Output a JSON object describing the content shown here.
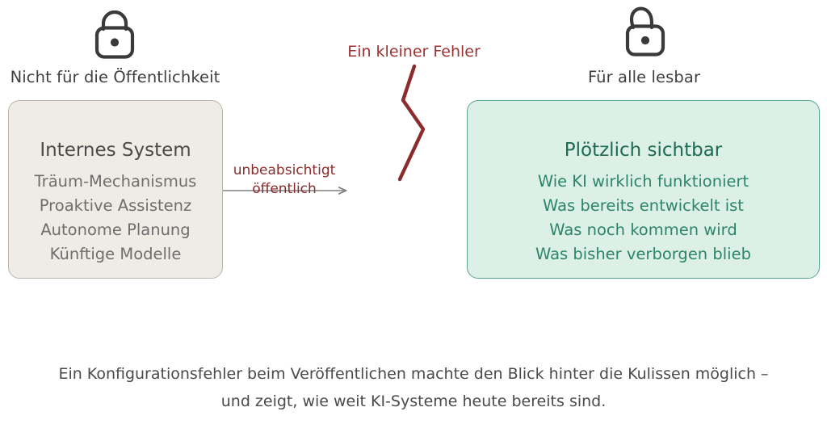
{
  "left": {
    "icon": "closed-padlock-icon",
    "caption": "Nicht für die Öffentlichkeit",
    "panel": {
      "title": "Internes System",
      "items": [
        "Träum-Mechanismus",
        "Proaktive Assistenz",
        "Autonome Planung",
        "Künftige Modelle"
      ]
    }
  },
  "right": {
    "icon": "open-padlock-icon",
    "caption": "Für alle lesbar",
    "panel": {
      "title": "Plötzlich sichtbar",
      "items": [
        "Wie KI wirklich funktioniert",
        "Was bereits entwickelt ist",
        "Was noch kommen wird",
        "Was bisher verborgen blieb"
      ]
    }
  },
  "flow": {
    "label_line1": "unbeabsichtigt",
    "label_line2": "öffentlich",
    "glitch_label": "Ein kleiner Fehler"
  },
  "footer": {
    "line1": "Ein Konfigurationsfehler beim Veröffentlichen machte den Blick hinter die Kulissen möglich –",
    "line2": "und zeigt, wie weit KI-Systeme heute bereits sind."
  },
  "colors": {
    "internal_fill": "#efece5",
    "internal_border": "#b9b5ac",
    "internal_title": "#4a4a4a",
    "internal_item": "#6e6e6e",
    "public_fill": "#ddf0e7",
    "public_border": "#5aa68c",
    "public_title": "#1d6b51",
    "public_item": "#2c8568",
    "accent_red": "#8c2b2b",
    "glitch_red": "#9c3232",
    "icon_stroke": "#3c3a38",
    "arrow_gray": "#808080",
    "caption_text": "#3f3f3f"
  }
}
